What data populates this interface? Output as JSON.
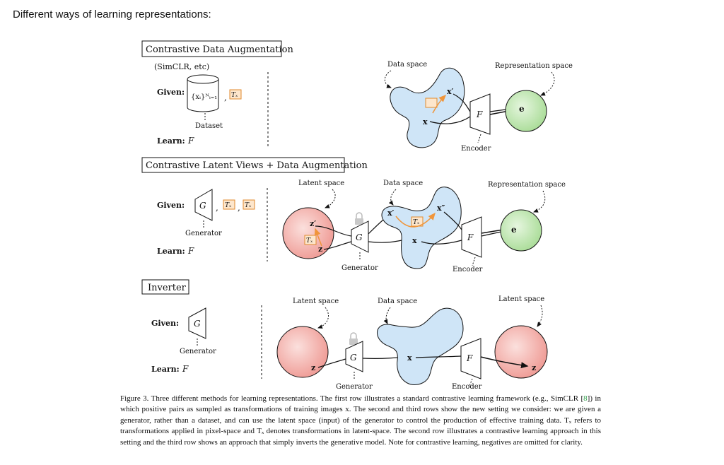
{
  "heading": "Different ways of learning representations:",
  "rows": [
    {
      "title": "Contrastive Data Augmentation",
      "subtitle": "(SimCLR, etc)",
      "given_label": "Given:",
      "given_math": "{xᵢ}ᴺᵢ₌₁",
      "dataset_label": "Dataset",
      "learn_label": "Learn:",
      "learn_var": "F",
      "tx": "Tₓ",
      "data_space": "Data space",
      "representation_space": "Representation space",
      "x": "x",
      "x_prime": "x′",
      "F": "F",
      "e": "e",
      "encoder": "Encoder"
    },
    {
      "title": "Contrastive Latent Views + Data Augmentation",
      "given_label": "Given:",
      "G": "G",
      "generator": "Generator",
      "tz": "Tₓ",
      "learn_label": "Learn:",
      "learn_var": "F",
      "latent_space": "Latent space",
      "data_space": "Data space",
      "representation_space": "Representation space",
      "z": "z",
      "z_prime": "z′",
      "x": "x",
      "x_prime": "x′",
      "x_dprime": "x″",
      "F": "F",
      "e": "e",
      "encoder": "Encoder"
    },
    {
      "title": "Inverter",
      "given_label": "Given:",
      "G": "G",
      "generator": "Generator",
      "learn_label": "Learn:",
      "learn_var": "F",
      "latent_space_left": "Latent space",
      "data_space": "Data space",
      "latent_space_right": "Latent space",
      "z": "z",
      "x": "x",
      "F": "F",
      "z_out": "z",
      "encoder": "Encoder"
    }
  ],
  "caption": {
    "part1": "Figure 3. Three different methods for learning representations. The first row illustrates a standard contrastive learning framework (e.g., SimCLR [",
    "cite": "8",
    "part2": "]) in which positive pairs as sampled as transformations of training images x. The second and third rows show the new setting we consider: we are given a generator, rather than a dataset, and can use the latent space (input) of the generator to control the production of effective training data. Tₓ refers to transformations applied in pixel-space and Tₓ denotes transformations in latent-space. The second row illustrates a contrastive learning approach in this setting and the third row shows an approach that simply inverts the generative model. Note for contrastive learning, negatives are omitted for clarity."
  },
  "colors": {
    "data_space_fill": "#cfe5f7",
    "latent_fill": "#f4b7b3",
    "representation_fill": "#c4e8b8",
    "arrow_orange": "#f0953a",
    "cite_green": "#2e9e4a"
  }
}
